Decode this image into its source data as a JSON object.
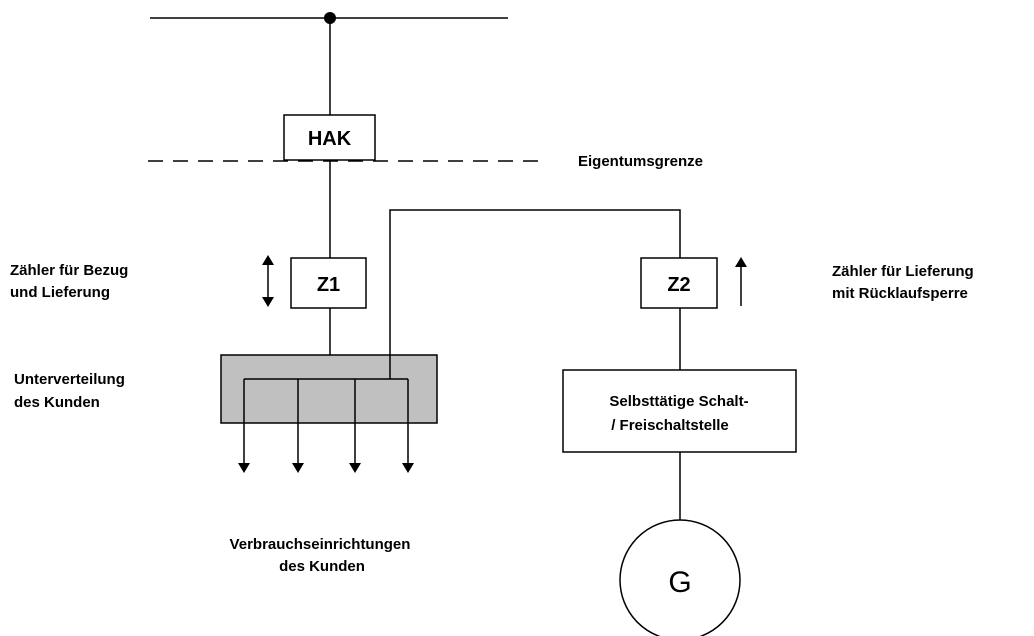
{
  "colors": {
    "line": "#000000",
    "distribution_fill": "#c0c0c0",
    "background": "#ffffff"
  },
  "nodes": {
    "hak": "HAK",
    "z1": "Z1",
    "z2": "Z2",
    "generator": "G",
    "switch_line1": "Selbsttätige Schalt-",
    "switch_line2": "/ Freischaltstelle"
  },
  "labels": {
    "ownership_boundary": "Eigentumsgrenze",
    "z1_line1": "Zähler für Bezug",
    "z1_line2": "und Lieferung",
    "z2_line1": "Zähler für Lieferung",
    "z2_line2": "mit Rücklaufsperre",
    "distribution_line1": "Unterverteilung",
    "distribution_line2": "des Kunden",
    "consumers_line1": "Verbrauchseinrichtungen",
    "consumers_line2": "des Kunden"
  }
}
